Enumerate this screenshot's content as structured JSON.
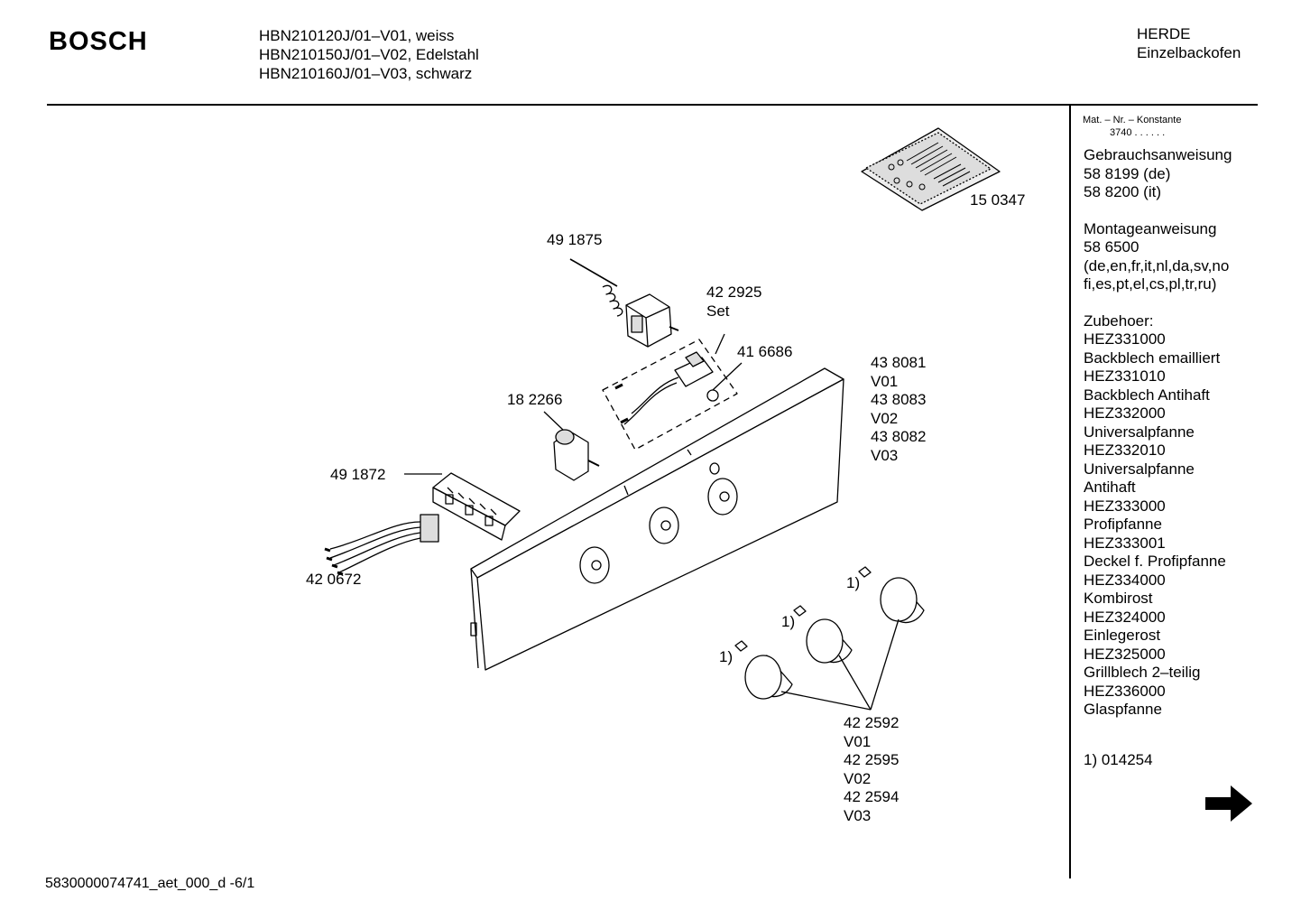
{
  "header": {
    "brand": "BOSCH",
    "models": [
      "HBN210120J/01–V01, weiss",
      "HBN210150J/01–V02, Edelstahl",
      "HBN210160J/01–V03, schwarz"
    ],
    "category": [
      "HERDE",
      "Einzelbackofen"
    ]
  },
  "sidebar": {
    "mat_label": "Mat. – Nr. – Konstante",
    "mat_const": "3740 . . . . . .",
    "blocks": [
      [
        "Gebrauchsanweisung",
        "58 8199 (de)",
        "58 8200 (it)"
      ],
      [
        "Montageanweisung",
        "58 6500",
        "(de,en,fr,it,nl,da,sv,no",
        "fi,es,pt,el,cs,pl,tr,ru)"
      ],
      [
        "Zubehoer:",
        "HEZ331000",
        "Backblech emailliert",
        "HEZ331010",
        "Backblech Antihaft",
        "HEZ332000",
        "Universalpfanne",
        "HEZ332010",
        "Universalpfanne",
        "Antihaft",
        "HEZ333000",
        "Profipfanne",
        "HEZ333001",
        "Deckel f. Profipfanne",
        "HEZ334000",
        "Kombirost",
        "HEZ324000",
        "Einlegerost",
        "HEZ325000",
        "Grillblech 2–teilig",
        "HEZ336000",
        "Glaspfanne"
      ]
    ],
    "footnote": "1) 014254"
  },
  "parts": {
    "p150347": "15 0347",
    "p491875": "49 1875",
    "p422925": [
      "42 2925",
      "Set"
    ],
    "p416686": "41 6686",
    "p182266": "18 2266",
    "p491872": "49 1872",
    "p420672": "42 0672",
    "p438081": [
      "43 8081",
      "V01",
      "43 8083",
      "V02",
      "43 8082",
      "V03"
    ],
    "p422592": [
      "42 2592",
      "V01",
      "42 2595",
      "V02",
      "42 2594",
      "V03"
    ],
    "footnote_mark": "1)"
  },
  "footer": "5830000074741_aet_000_d -6/1"
}
